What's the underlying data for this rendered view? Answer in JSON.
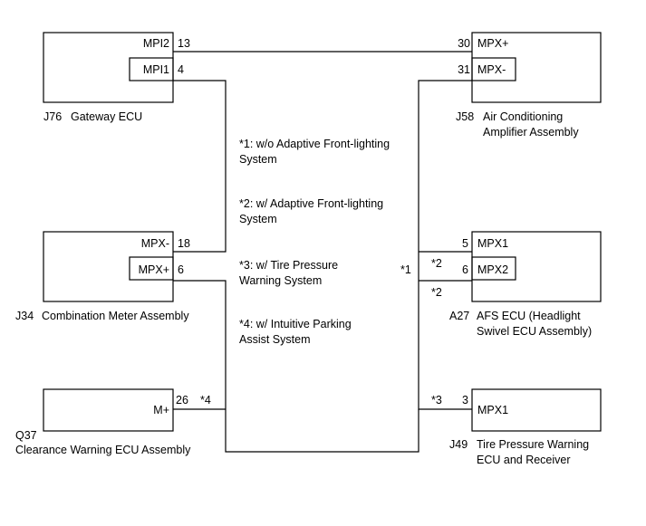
{
  "components": {
    "j76": {
      "code": "J76",
      "name": "Gateway ECU",
      "pins": [
        {
          "label": "MPI2",
          "number": "13"
        },
        {
          "label": "MPI1",
          "number": "4"
        }
      ]
    },
    "j58": {
      "code": "J58",
      "name_line1": "Air Conditioning",
      "name_line2": "Amplifier Assembly",
      "pins": [
        {
          "label": "MPX+",
          "number": "30"
        },
        {
          "label": "MPX-",
          "number": "31"
        }
      ]
    },
    "j34": {
      "code": "J34",
      "name": "Combination Meter Assembly",
      "pins": [
        {
          "label": "MPX-",
          "number": "18"
        },
        {
          "label": "MPX+",
          "number": "6"
        }
      ]
    },
    "a27": {
      "code": "A27",
      "name_line1": "AFS ECU (Headlight",
      "name_line2": "Swivel ECU Assembly)",
      "pins": [
        {
          "label": "MPX1",
          "number": "5"
        },
        {
          "label": "MPX2",
          "number": "6"
        }
      ]
    },
    "q37": {
      "code": "Q37",
      "name": "Clearance Warning ECU Assembly",
      "pins": [
        {
          "label": "M+",
          "number": "26"
        }
      ]
    },
    "j49": {
      "code": "J49",
      "name_line1": "Tire Pressure Warning",
      "name_line2": "ECU and Receiver",
      "pins": [
        {
          "label": "MPX1",
          "number": "3"
        }
      ]
    }
  },
  "wire_marks": {
    "q37_wire": "*4",
    "a27_left": "*1",
    "a27_pin5": "*2",
    "a27_pin6": "*2",
    "j49_wire": "*3"
  },
  "notes": [
    {
      "line1": "*1: w/o Adaptive Front-lighting",
      "line2": "System"
    },
    {
      "line1": "*2: w/ Adaptive Front-lighting",
      "line2": "System"
    },
    {
      "line1": "*3: w/ Tire Pressure",
      "line2": "Warning System"
    },
    {
      "line1": "*4: w/ Intuitive Parking",
      "line2": "Assist System"
    }
  ]
}
